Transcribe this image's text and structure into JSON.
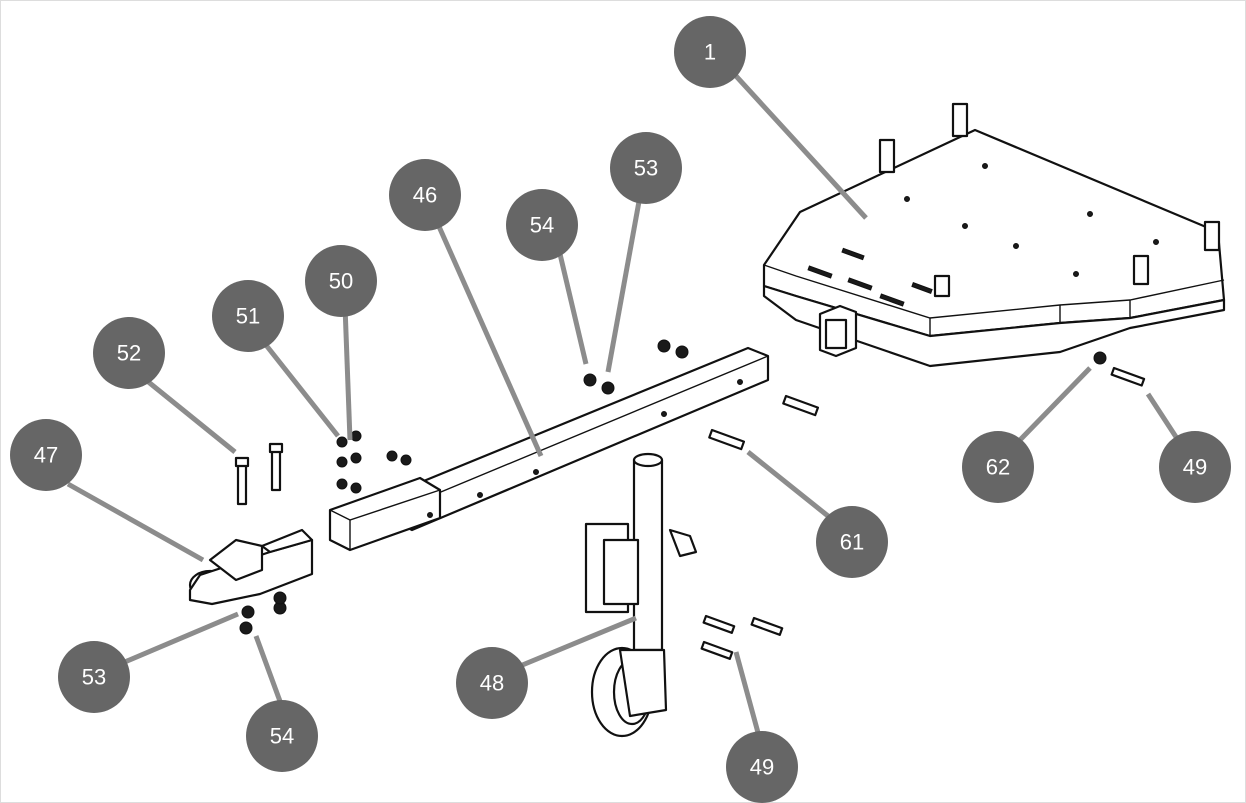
{
  "diagram": {
    "callouts": [
      {
        "id": "c1",
        "label": "1"
      },
      {
        "id": "c46",
        "label": "46"
      },
      {
        "id": "c53a",
        "label": "53"
      },
      {
        "id": "c54a",
        "label": "54"
      },
      {
        "id": "c50",
        "label": "50"
      },
      {
        "id": "c51",
        "label": "51"
      },
      {
        "id": "c52",
        "label": "52"
      },
      {
        "id": "c47",
        "label": "47"
      },
      {
        "id": "c53b",
        "label": "53"
      },
      {
        "id": "c54b",
        "label": "54"
      },
      {
        "id": "c48",
        "label": "48"
      },
      {
        "id": "c49a",
        "label": "49"
      },
      {
        "id": "c61",
        "label": "61"
      },
      {
        "id": "c62",
        "label": "62"
      },
      {
        "id": "c49b",
        "label": "49"
      }
    ],
    "colors": {
      "callout_fill": "#666666",
      "leader": "#8c8c8c",
      "line": "#111111"
    }
  }
}
